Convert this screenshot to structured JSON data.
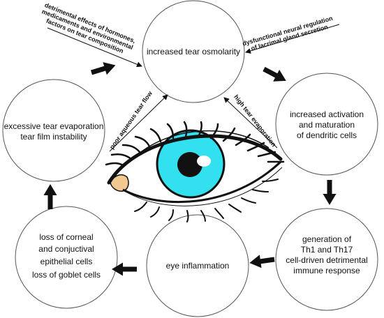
{
  "nodes": {
    "osmolarity": {
      "lines": [
        "increased tear osmolarity"
      ]
    },
    "dendritic": {
      "lines": [
        "increased activation",
        "and maturation",
        "of dendritic cells"
      ]
    },
    "th_response": {
      "lines": [
        "generation of",
        "Th1 and Th17",
        "cell-driven detrimental",
        "immune response"
      ]
    },
    "inflammation": {
      "lines": [
        "eye inflammation"
      ]
    },
    "cell_loss": {
      "lines": [
        "loss of corneal",
        "and conjuctival",
        "epithelial cells",
        "loss of goblet cells"
      ]
    },
    "evaporation": {
      "lines": [
        "excessive tear evaporation",
        "tear film instability"
      ]
    }
  },
  "labels": {
    "hormones": [
      "detrimental effects of hormones,",
      "medicaments and environmental",
      "factors on tear composition"
    ],
    "neural": [
      "dysfunctional neural regulation",
      "of lacrimal gland secretion"
    ],
    "aqueous": [
      "poor aqueous tear flow"
    ],
    "high_evap": [
      "high tear evaporation"
    ]
  },
  "colors": {
    "iris": "#33e0f0",
    "pupil": "#111111",
    "caruncle": "#f0c890",
    "circle_stroke": "#555555"
  }
}
